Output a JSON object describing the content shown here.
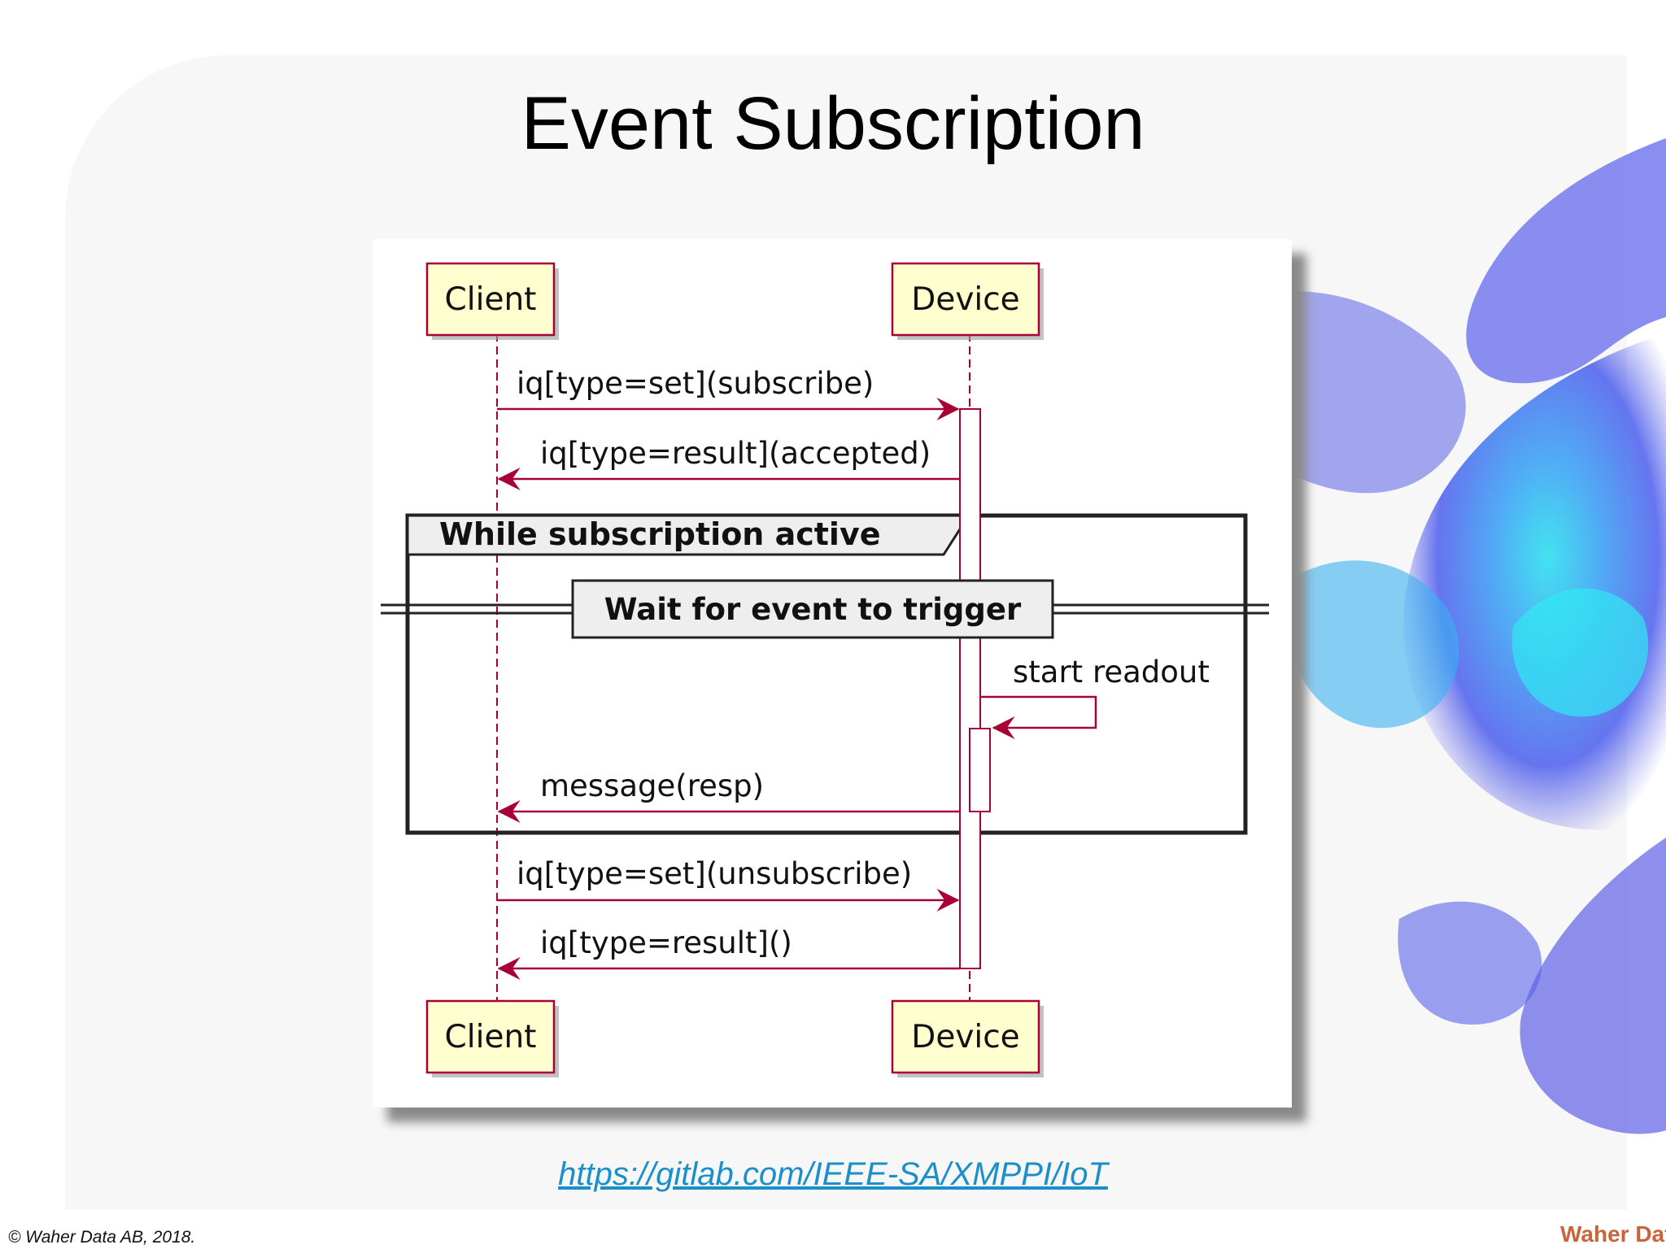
{
  "slide": {
    "title": "Event Subscription",
    "link": "https://gitlab.com/IEEE-SA/XMPPI/IoT",
    "copyright": "© Waher Data AB, 2018.",
    "logo_text": "Waher Data"
  },
  "diagram": {
    "participants": {
      "client": "Client",
      "device": "Device"
    },
    "messages": {
      "m1": "iq[type=set](subscribe)",
      "m2": "iq[type=result](accepted)",
      "m3": "start readout",
      "m4": "message(resp)",
      "m5": "iq[type=set](unsubscribe)",
      "m6": "iq[type=result]()"
    },
    "loop_label": "While subscription active",
    "divider_label": "Wait for event to trigger"
  },
  "colors": {
    "arrow": "#a80036",
    "participant_fill": "#fefece",
    "participant_border": "#a80036",
    "group_fill": "#eeeeee",
    "link": "#1a8fc9"
  }
}
